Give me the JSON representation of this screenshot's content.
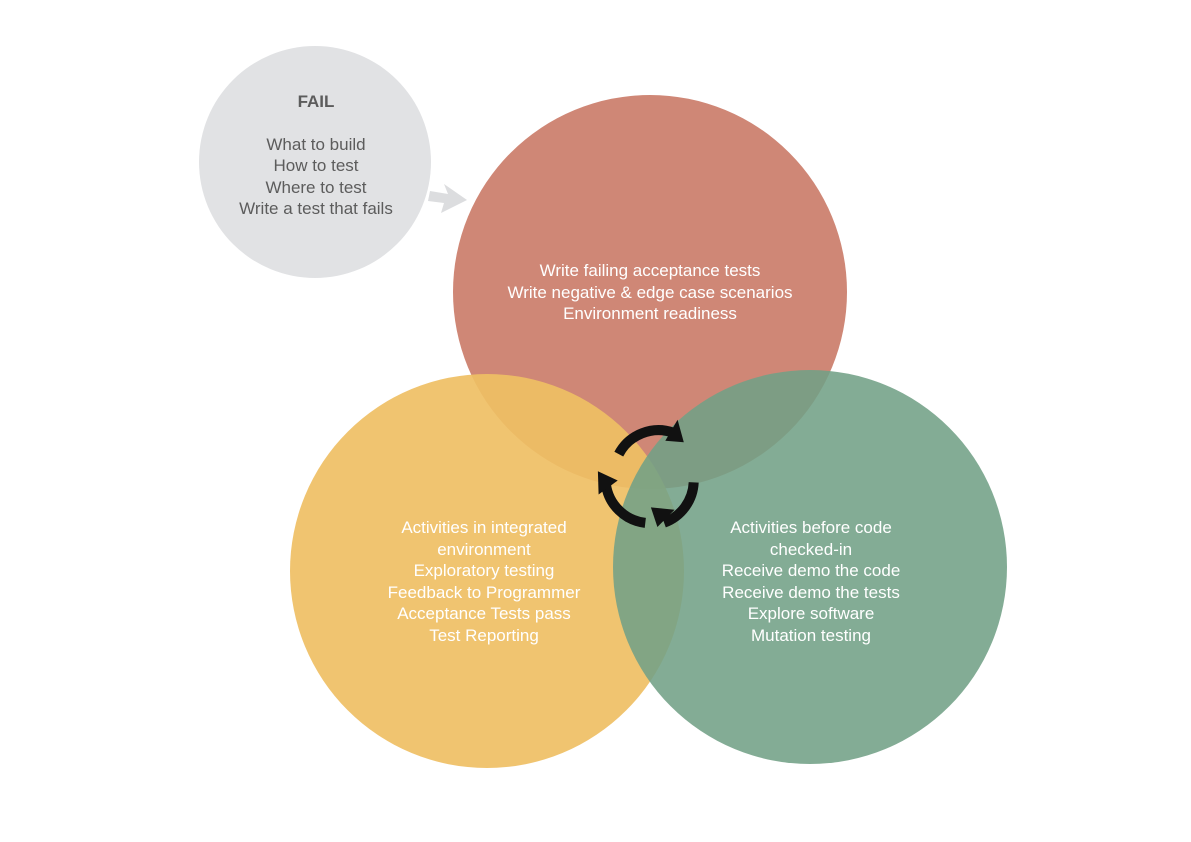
{
  "fail": {
    "title": "FAIL",
    "lines": [
      "What to build",
      "How to test",
      "Where to test",
      "Write a test that fails"
    ]
  },
  "red_circle": {
    "lines": [
      "Write failing acceptance tests",
      "Write negative & edge case scenarios",
      "Environment readiness"
    ]
  },
  "yellow_circle": {
    "lines": [
      "Activities in integrated",
      "environment",
      "Exploratory testing",
      "Feedback to Programmer",
      "Acceptance Tests pass",
      "Test Reporting"
    ]
  },
  "green_circle": {
    "lines": [
      "Activities before code",
      "checked-in",
      "Receive demo the code",
      "Receive demo the tests",
      "Explore software",
      "Mutation testing"
    ]
  },
  "colors": {
    "fail_fill": "#e1e2e4",
    "red_fill": "#cf8776",
    "yellow_fill": "#efbf64",
    "green_fill": "#7ea98f",
    "arrow_gray": "#dcdddf",
    "cycle_icon": "#111111"
  }
}
